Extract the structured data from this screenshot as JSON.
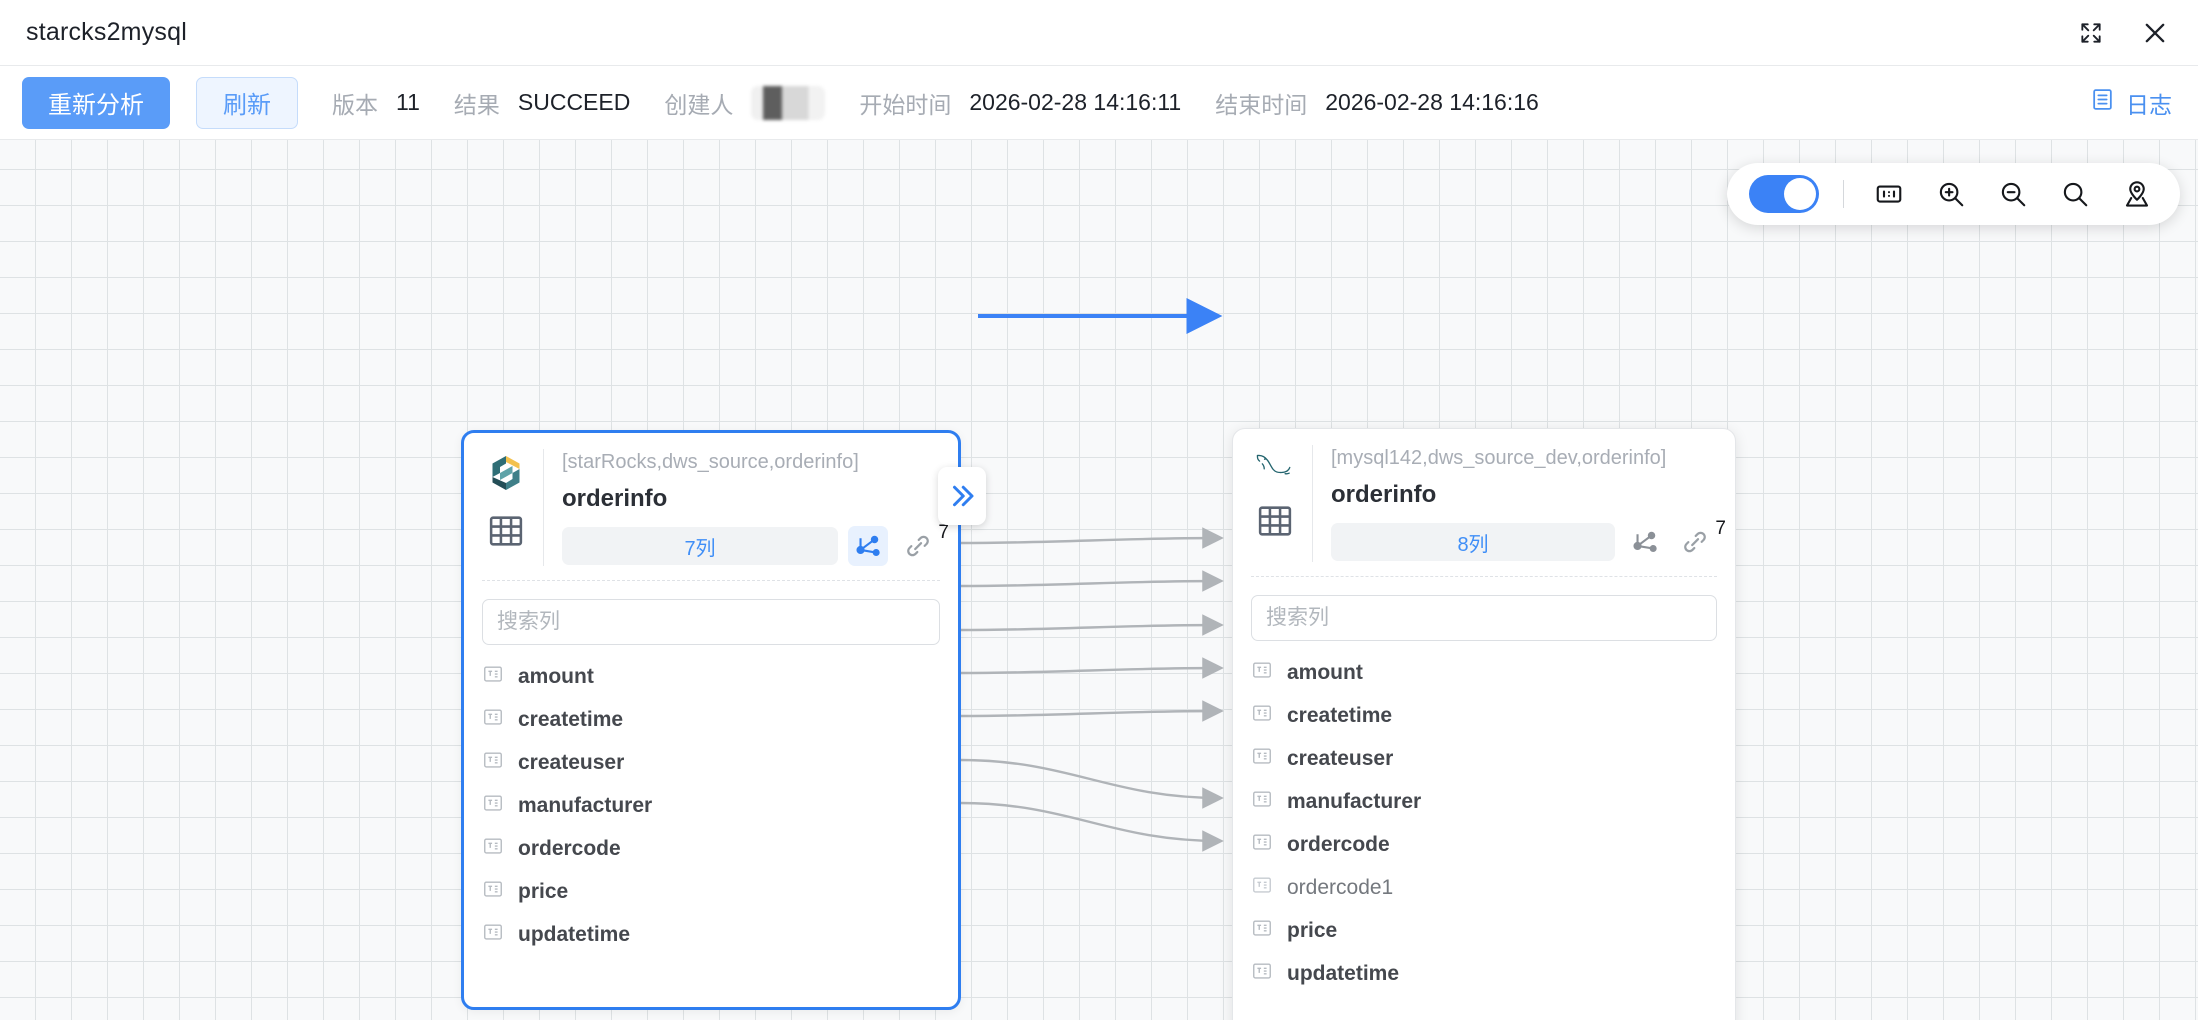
{
  "window": {
    "title": "starcks2mysql",
    "expand_icon": "expand-icon",
    "close_icon": "close-icon"
  },
  "toolbar": {
    "reanalyze_label": "重新分析",
    "refresh_label": "刷新",
    "version_label": "版本",
    "version_value": "11",
    "result_label": "结果",
    "result_value": "SUCCEED",
    "creator_label": "创建人",
    "creator_value": "",
    "start_label": "开始时间",
    "start_value": "2026-02-28 14:16:11",
    "end_label": "结束时间",
    "end_value": "2026-02-28 14:16:16",
    "log_label": "日志",
    "log_icon": "document-list-icon",
    "accent_color": "#5a9cf8"
  },
  "canvas_tools": {
    "toggle_on": true,
    "items": [
      {
        "icon": "fit-ratio-icon",
        "name": "fit-to-screen-button"
      },
      {
        "icon": "zoom-in-icon",
        "name": "zoom-in-button"
      },
      {
        "icon": "zoom-out-icon",
        "name": "zoom-out-button"
      },
      {
        "icon": "search-icon",
        "name": "search-button"
      },
      {
        "icon": "locate-icon",
        "name": "locate-button"
      }
    ]
  },
  "nodes": [
    {
      "id": "source",
      "logo": "starrocks-logo-icon",
      "table_icon": "table-grid-icon",
      "path": "[starRocks,dws_source,orderinfo]",
      "title": "orderinfo",
      "column_count_label": "7列",
      "lineage_icon": "lineage-icon",
      "lineage_active": true,
      "link_icon": "link-icon",
      "link_count": "7",
      "search_placeholder": "搜索列",
      "search_value": "",
      "selected": true,
      "columns": [
        {
          "name": "amount",
          "muted": false
        },
        {
          "name": "createtime",
          "muted": false
        },
        {
          "name": "createuser",
          "muted": false
        },
        {
          "name": "manufacturer",
          "muted": false
        },
        {
          "name": "ordercode",
          "muted": false
        },
        {
          "name": "price",
          "muted": false
        },
        {
          "name": "updatetime",
          "muted": false
        }
      ]
    },
    {
      "id": "target",
      "logo": "mysql-dolphin-logo-icon",
      "table_icon": "table-grid-icon",
      "path": "[mysql142,dws_source_dev,orderinfo]",
      "title": "orderinfo",
      "column_count_label": "8列",
      "lineage_icon": "lineage-icon",
      "lineage_active": false,
      "link_icon": "link-icon",
      "link_count": "7",
      "search_placeholder": "搜索列",
      "search_value": "",
      "selected": false,
      "columns": [
        {
          "name": "amount",
          "muted": false
        },
        {
          "name": "createtime",
          "muted": false
        },
        {
          "name": "createuser",
          "muted": false
        },
        {
          "name": "manufacturer",
          "muted": false
        },
        {
          "name": "ordercode",
          "muted": false
        },
        {
          "name": "ordercode1",
          "muted": true
        },
        {
          "name": "price",
          "muted": false
        },
        {
          "name": "updatetime",
          "muted": false
        }
      ]
    }
  ],
  "edges": {
    "table_edge_color": "#3b82f6",
    "column_edge_color": "#b0b4b8",
    "expand_chip_icon": "double-chevron-right-icon",
    "mappings": [
      {
        "from": "amount",
        "to": "amount"
      },
      {
        "from": "createtime",
        "to": "createtime"
      },
      {
        "from": "createuser",
        "to": "createuser"
      },
      {
        "from": "manufacturer",
        "to": "manufacturer"
      },
      {
        "from": "ordercode",
        "to": "ordercode"
      },
      {
        "from": "price",
        "to": "price"
      },
      {
        "from": "updatetime",
        "to": "updatetime"
      }
    ]
  }
}
